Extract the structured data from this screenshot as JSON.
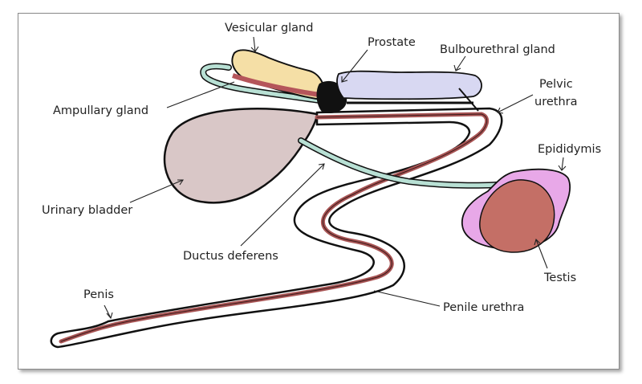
{
  "labels": {
    "vesicular_gland": "Vesicular gland",
    "prostate": "Prostate",
    "bulbourethral_gland": "Bulbourethral gland",
    "pelvic_urethra_line1": "Pelvic",
    "pelvic_urethra_line2": "urethra",
    "ampullary_gland": "Ampullary gland",
    "epididymis": "Epididymis",
    "urinary_bladder": "Urinary bladder",
    "ductus_deferens": "Ductus deferens",
    "testis": "Testis",
    "penis": "Penis",
    "penile_urethra": "Penile urethra"
  },
  "colors": {
    "outline": "#111111",
    "bladder": "#d9c7c7",
    "urethra": "#a85454",
    "ductus": "#b8e0d4",
    "vesicular_gland": "#f5dfa6",
    "prostate": "#111111",
    "bulbourethral_gland": "#d8d8f2",
    "testis": "#c46f66",
    "epididymis": "#e8a8e8"
  }
}
